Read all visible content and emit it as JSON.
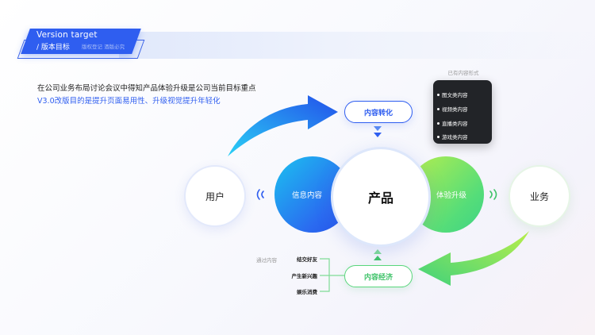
{
  "header": {
    "tag_line1": "Version target",
    "tag_line2": "/ 版本目标",
    "tag_sub": "版权登记  酒版必究"
  },
  "intro": {
    "line1": "在公司业务布局讨论会议中得知产品体验升级是公司当前目标重点",
    "line2": "V3.0改版目的是提升页面易用性、升级视觉提升年轻化"
  },
  "diagram": {
    "user": "用户",
    "business": "业务",
    "info_content": "信息内容",
    "product": "产品",
    "experience_upgrade": "体验升级",
    "content_conversion": "内容转化",
    "content_economy": "内容经济",
    "forms_title": "已有内容形式",
    "forms": [
      "图文类内容",
      "视频类内容",
      "直播类内容",
      "游戏类内容"
    ],
    "economy_title": "通过内容",
    "economy_items": [
      "结交好友",
      "产生新兴趣",
      "娱乐消费"
    ]
  },
  "colors": {
    "brand_blue": "#2f5ef0",
    "brand_green": "#40c36a",
    "dark_box": "#222428"
  }
}
